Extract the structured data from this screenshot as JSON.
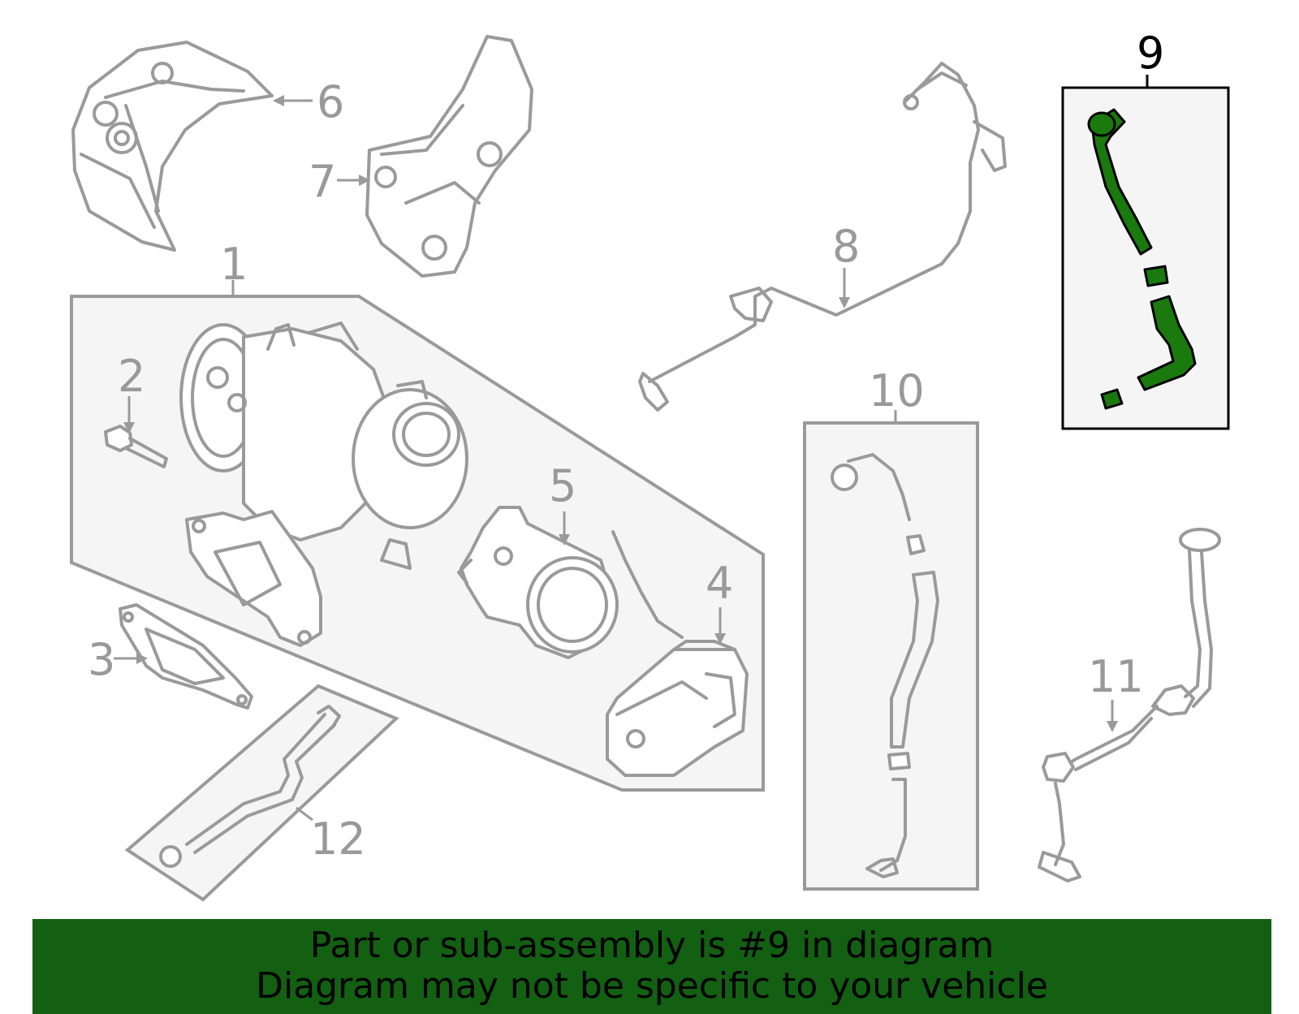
{
  "callouts": {
    "c1": "1",
    "c2": "2",
    "c3": "3",
    "c4": "4",
    "c5": "5",
    "c6": "6",
    "c7": "7",
    "c8": "8",
    "c9": "9",
    "c10": "10",
    "c11": "11",
    "c12": "12"
  },
  "highlighted_part": "9",
  "colors": {
    "highlight": "#1a7a0e",
    "banner": "#136013",
    "part_stroke": "#9a9a9a"
  },
  "banner": {
    "line1": "Part or sub-assembly is #9 in diagram",
    "line2": "Diagram may not be specific to your vehicle"
  }
}
